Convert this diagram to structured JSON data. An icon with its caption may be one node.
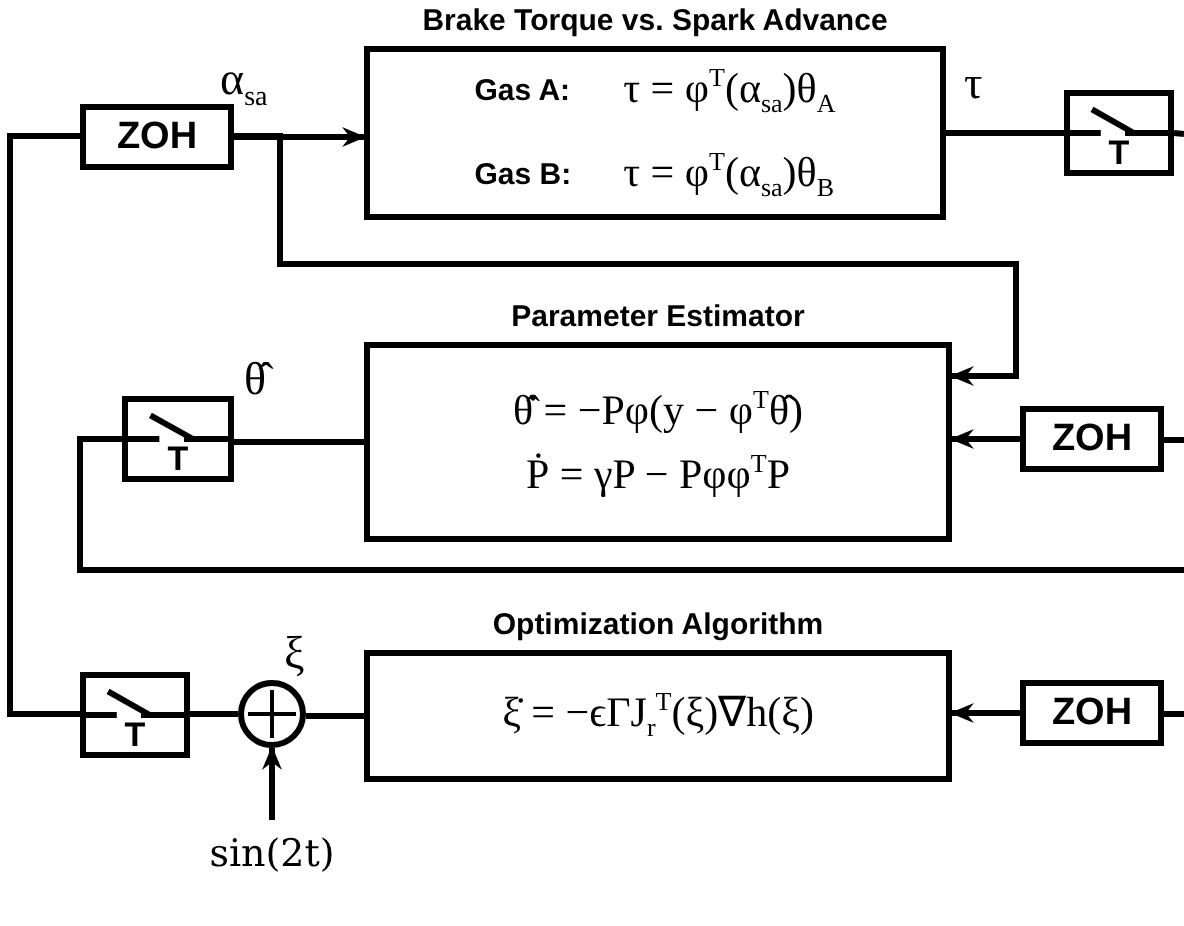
{
  "diagram": {
    "nodes": [
      {
        "text": [
          "ZOH"
        ]
      },
      {
        "text": [
          "Brake Torque vs. Spark Advance",
          "Gas A:",
          "τ = φ$^{T}$(α$_{sa}$)θ$_{A}$",
          "Gas B:",
          "τ = φ$^{T}$(α$_{sa}$)θ$_{B}$"
        ]
      },
      {
        "text": [
          "T"
        ]
      },
      {
        "text": [
          "Parameter Estimator",
          "θ̂̇ = −Pφ(y − φ$^{T}$θ̂)",
          "Ṗ = γP − Pφφ$^{T}$P"
        ]
      },
      {
        "text": [
          "T"
        ]
      },
      {
        "text": [
          "ZOH"
        ]
      },
      {
        "text": [
          "Optimization Algorithm",
          "ξ̇ = −ϵΓJ$_{r}$$^{T}$(ξ)∇h(ξ)"
        ]
      },
      {
        "text": [
          "T"
        ]
      },
      {
        "text": [],
        "shape": "circle"
      },
      {
        "text": [
          "ZOH"
        ]
      },
      {
        "text": [
          "sin(2t)"
        ]
      }
    ],
    "edges": [
      {
        "from": 0,
        "to": 1,
        "arrow": "to",
        "label": "α$_{sa}$"
      },
      {
        "from": 0,
        "to": 3,
        "arrow": "to"
      },
      {
        "from": 1,
        "to": 2,
        "arrow": "none",
        "label": "τ"
      },
      {
        "from": 2,
        "to": null,
        "arrow": "none"
      },
      {
        "from": null,
        "to": 5,
        "arrow": "none"
      },
      {
        "from": 5,
        "to": 3,
        "arrow": "to"
      },
      {
        "from": 3,
        "to": 4,
        "arrow": "none",
        "label": "θ̂"
      },
      {
        "from": 4,
        "to": null,
        "arrow": "none"
      },
      {
        "from": null,
        "to": 9,
        "arrow": "none"
      },
      {
        "from": 9,
        "to": 6,
        "arrow": "to"
      },
      {
        "from": 6,
        "to": 8,
        "arrow": "none",
        "label": "ξ"
      },
      {
        "from": 8,
        "to": 7,
        "arrow": "none"
      },
      {
        "from": 7,
        "to": 0,
        "arrow": "none"
      },
      {
        "from": 10,
        "to": 8,
        "arrow": "to"
      }
    ]
  }
}
